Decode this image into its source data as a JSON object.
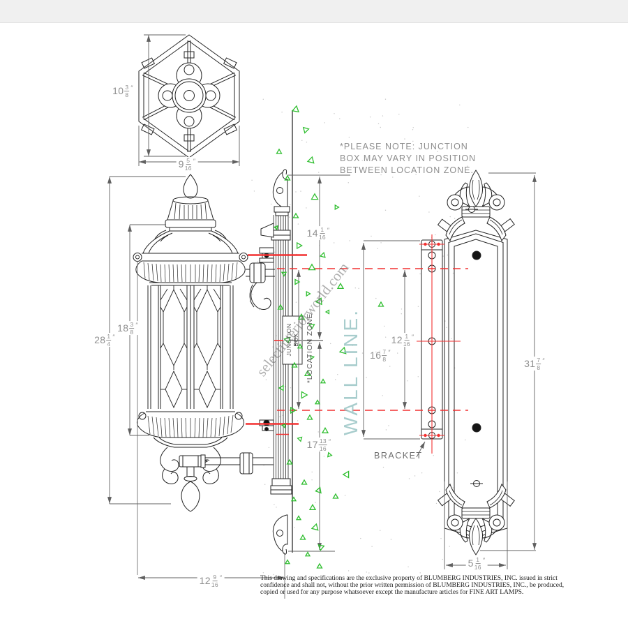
{
  "note": {
    "line1": "*PLEASE NOTE: JUNCTION",
    "line2": "BOX MAY VARY IN POSITION",
    "line3": "BETWEEN LOCATION ZONE."
  },
  "labels": {
    "wall_line": "WALL LINE.",
    "junction_box_line1": "JUNCTION",
    "junction_box_line2": "BOX",
    "location_zone": "*LOCATION ZONE",
    "bracket": "BRACKET"
  },
  "watermark": "selectinteriorworld.com",
  "dims": {
    "topview_height": {
      "whole": "10",
      "num": "3",
      "den": "8",
      "unit": "″"
    },
    "topview_width": {
      "whole": "9",
      "num": "5",
      "den": "16",
      "unit": "″"
    },
    "lantern_height": {
      "whole": "28",
      "num": "1",
      "den": "4",
      "unit": "″"
    },
    "body_height": {
      "whole": "18",
      "num": "3",
      "den": "8",
      "unit": "″"
    },
    "lantern_width": {
      "whole": "12",
      "num": "9",
      "den": "16",
      "unit": "″"
    },
    "top_to_center": {
      "whole": "14",
      "num": "1",
      "den": "16",
      "unit": "″"
    },
    "center_to_bottom": {
      "whole": "17",
      "num": "13",
      "den": "16",
      "unit": "″"
    },
    "bracket_holes": {
      "whole": "12",
      "num": "1",
      "den": "16",
      "unit": "″"
    },
    "bracket_height": {
      "whole": "16",
      "num": "7",
      "den": "8",
      "unit": "″"
    },
    "plate_height": {
      "whole": "31",
      "num": "7",
      "den": "8",
      "unit": "″"
    },
    "plate_width": {
      "whole": "5",
      "num": "1",
      "den": "16",
      "unit": "″"
    }
  },
  "footer": {
    "line1": "This drawing and specifications are the exclusive property of BLUMBERG INDUSTRIES, INC. issued in strict",
    "line2": "confidence and shall not, without the prior written permission of BLUMBERG INDUSTRIES, INC., be produced,",
    "line3": "copied or used for any purpose whatsoever except the manufacture articles for FINE ART LAMPS."
  },
  "colors": {
    "drawing_line": "#232323",
    "dimension_text": "#8f8f8f",
    "red_reference": "#f23030",
    "green_marker": "#2fbe2f",
    "teal_wall_line": "#93c1c1",
    "watermark_gray": "#6e6e6e"
  },
  "decor": {
    "triangles": [
      [
        424,
        157,
        9,
        10
      ],
      [
        438,
        186,
        8,
        195
      ],
      [
        400,
        218,
        7,
        0
      ],
      [
        446,
        230,
        9,
        15
      ],
      [
        412,
        256,
        7,
        120
      ],
      [
        451,
        283,
        9,
        0
      ],
      [
        482,
        297,
        6,
        210
      ],
      [
        424,
        310,
        7,
        0
      ],
      [
        396,
        326,
        5,
        40
      ],
      [
        455,
        333,
        6,
        45
      ],
      [
        428,
        352,
        8,
        330
      ],
      [
        463,
        366,
        7,
        15
      ],
      [
        447,
        384,
        9,
        0
      ],
      [
        407,
        392,
        6,
        180
      ],
      [
        425,
        404,
        7,
        90
      ],
      [
        488,
        411,
        8,
        0
      ],
      [
        546,
        437,
        7,
        0
      ],
      [
        441,
        421,
        6,
        210
      ],
      [
        458,
        432,
        9,
        25
      ],
      [
        402,
        441,
        7,
        0
      ],
      [
        470,
        447,
        5,
        150
      ],
      [
        432,
        455,
        8,
        0
      ],
      [
        447,
        467,
        7,
        300
      ],
      [
        412,
        487,
        8,
        45
      ],
      [
        430,
        497,
        6,
        0
      ],
      [
        492,
        503,
        9,
        15
      ],
      [
        447,
        512,
        5,
        200
      ],
      [
        422,
        524,
        7,
        0
      ],
      [
        441,
        536,
        8,
        120
      ],
      [
        463,
        547,
        6,
        0
      ],
      [
        404,
        556,
        7,
        30
      ],
      [
        435,
        566,
        9,
        210
      ],
      [
        455,
        577,
        6,
        0
      ],
      [
        419,
        588,
        8,
        90
      ],
      [
        444,
        599,
        7,
        0
      ],
      [
        407,
        610,
        5,
        160
      ],
      [
        466,
        618,
        8,
        0
      ],
      [
        430,
        629,
        6,
        45
      ],
      [
        450,
        641,
        9,
        0
      ],
      [
        472,
        652,
        6,
        220
      ],
      [
        415,
        663,
        7,
        0
      ],
      [
        497,
        680,
        9,
        30
      ],
      [
        436,
        692,
        7,
        0
      ],
      [
        481,
        712,
        7,
        0
      ],
      [
        457,
        703,
        8,
        140
      ],
      [
        421,
        716,
        6,
        0
      ],
      [
        448,
        728,
        8,
        0
      ],
      [
        428,
        743,
        6,
        0
      ],
      [
        452,
        756,
        9,
        15
      ],
      [
        434,
        771,
        7,
        0
      ],
      [
        460,
        784,
        8,
        190
      ],
      [
        441,
        795,
        6,
        0
      ],
      [
        412,
        806,
        6,
        0
      ],
      [
        458,
        812,
        7,
        0
      ]
    ]
  }
}
